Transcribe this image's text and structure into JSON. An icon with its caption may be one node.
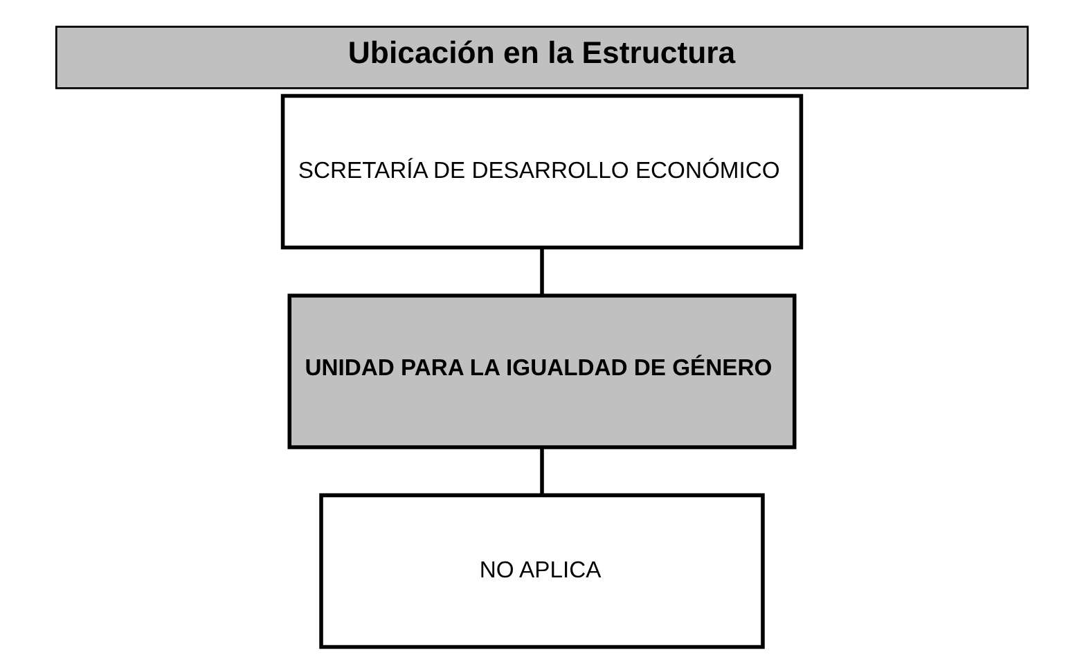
{
  "diagram": {
    "title": "Ubicación en la Estructura",
    "nodes": [
      {
        "text": [
          "SCRETARÍA DE DESARROLLO ECONÓMICO"
        ]
      },
      {
        "text": [
          "UNIDAD PARA LA IGUALDAD DE GÉNERO"
        ]
      },
      {
        "text": [
          "NO APLICA"
        ]
      }
    ],
    "edges": [
      {
        "from": 0,
        "to": 1,
        "arrow": "none"
      },
      {
        "from": 1,
        "to": 2,
        "arrow": "none"
      }
    ]
  }
}
